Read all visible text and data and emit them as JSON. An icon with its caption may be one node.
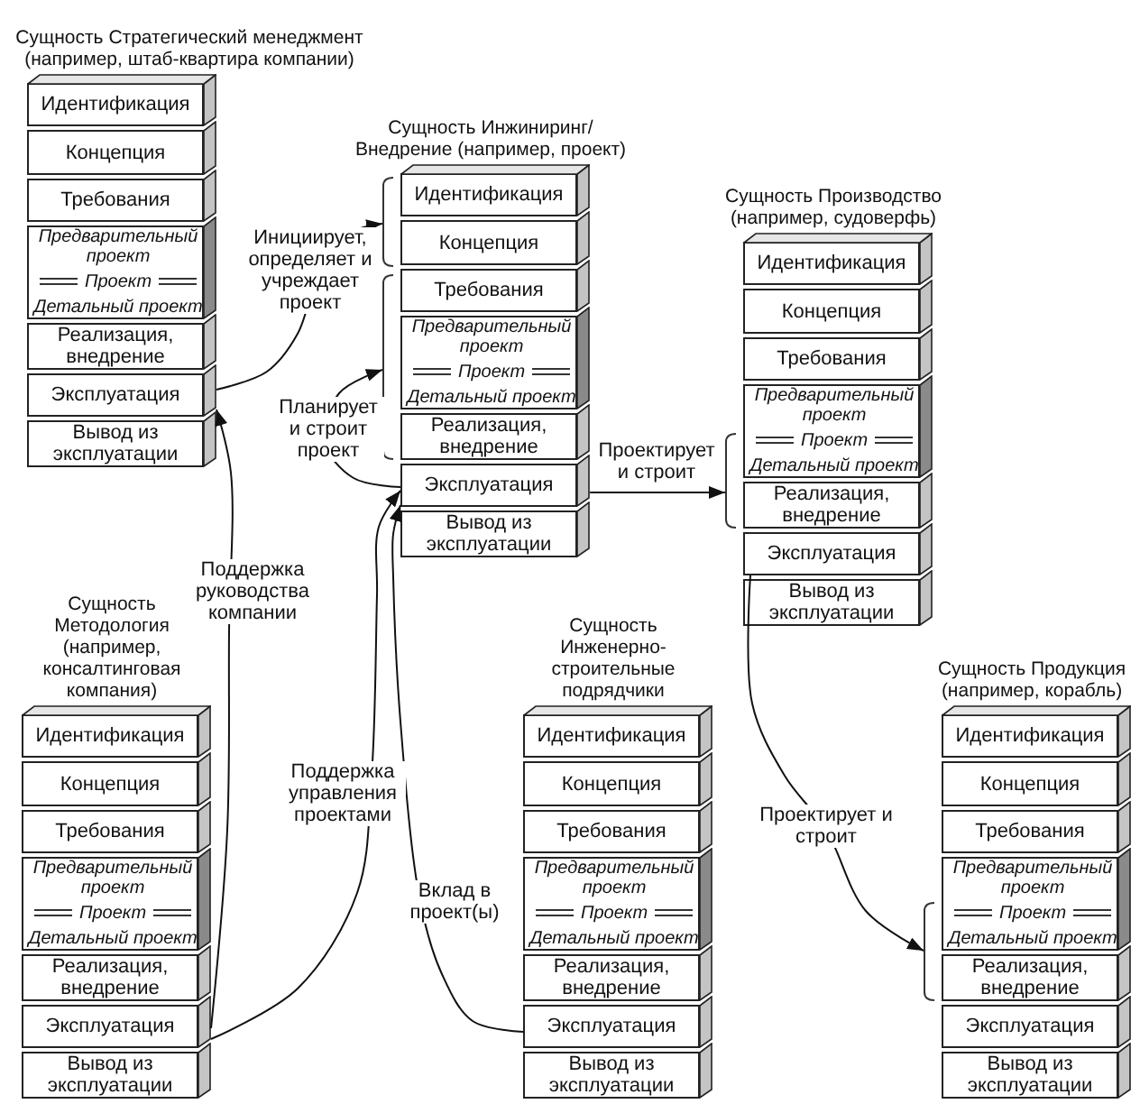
{
  "diagram": {
    "nodes": [
      {
        "text": [
          "Сущность Стратегический менеджмент (например, штаб-квартира компании)"
        ]
      },
      {
        "text": [
          "Идентификация"
        ],
        "in": 0
      },
      {
        "text": [
          "Концепция"
        ],
        "in": 0
      },
      {
        "text": [
          "Требования"
        ],
        "in": 0
      },
      {
        "text": [
          "Предварительный проект",
          "Проект",
          "Детальный проект"
        ],
        "in": 0
      },
      {
        "text": [
          "Реализация, внедрение"
        ],
        "in": 0
      },
      {
        "text": [
          "Эксплуатация"
        ],
        "in": 0
      },
      {
        "text": [
          "Вывод из эксплуатации"
        ],
        "in": 0
      },
      {
        "text": [
          "Сущность Инжиниринг/ Внедрение (например, проект)"
        ]
      },
      {
        "text": [
          "Идентификация"
        ],
        "in": 8
      },
      {
        "text": [
          "Концепция"
        ],
        "in": 8
      },
      {
        "text": [
          "Требования"
        ],
        "in": 8
      },
      {
        "text": [
          "Предварительный проект",
          "Проект",
          "Детальный проект"
        ],
        "in": 8
      },
      {
        "text": [
          "Реализация, внедрение"
        ],
        "in": 8
      },
      {
        "text": [
          "Эксплуатация"
        ],
        "in": 8
      },
      {
        "text": [
          "Вывод из эксплуатации"
        ],
        "in": 8
      },
      {
        "text": [
          "Сущность Производство (например, судоверфь)"
        ]
      },
      {
        "text": [
          "Идентификация"
        ],
        "in": 16
      },
      {
        "text": [
          "Концепция"
        ],
        "in": 16
      },
      {
        "text": [
          "Требования"
        ],
        "in": 16
      },
      {
        "text": [
          "Предварительный проект",
          "Проект",
          "Детальный проект"
        ],
        "in": 16
      },
      {
        "text": [
          "Реализация, внедрение"
        ],
        "in": 16
      },
      {
        "text": [
          "Эксплуатация"
        ],
        "in": 16
      },
      {
        "text": [
          "Вывод из эксплуатации"
        ],
        "in": 16
      },
      {
        "text": [
          "Сущность Методология (например, консалтинговая компания)"
        ]
      },
      {
        "text": [
          "Идентификация"
        ],
        "in": 24
      },
      {
        "text": [
          "Концепция"
        ],
        "in": 24
      },
      {
        "text": [
          "Требования"
        ],
        "in": 24
      },
      {
        "text": [
          "Предварительный проект",
          "Проект",
          "Детальный проект"
        ],
        "in": 24
      },
      {
        "text": [
          "Реализация, внедрение"
        ],
        "in": 24
      },
      {
        "text": [
          "Эксплуатация"
        ],
        "in": 24
      },
      {
        "text": [
          "Вывод из эксплуатации"
        ],
        "in": 24
      },
      {
        "text": [
          "Сущность Инженерно-строительные подрядчики"
        ]
      },
      {
        "text": [
          "Идентификация"
        ],
        "in": 32
      },
      {
        "text": [
          "Концепция"
        ],
        "in": 32
      },
      {
        "text": [
          "Требования"
        ],
        "in": 32
      },
      {
        "text": [
          "Предварительный проект",
          "Проект",
          "Детальный проект"
        ],
        "in": 32
      },
      {
        "text": [
          "Реализация, внедрение"
        ],
        "in": 32
      },
      {
        "text": [
          "Эксплуатация"
        ],
        "in": 32
      },
      {
        "text": [
          "Вывод из эксплуатации"
        ],
        "in": 32
      },
      {
        "text": [
          "Сущность Продукция (например, корабль)"
        ]
      },
      {
        "text": [
          "Идентификация"
        ],
        "in": 40
      },
      {
        "text": [
          "Концепция"
        ],
        "in": 40
      },
      {
        "text": [
          "Требования"
        ],
        "in": 40
      },
      {
        "text": [
          "Предварительный проект",
          "Проект",
          "Детальный проект"
        ],
        "in": 40
      },
      {
        "text": [
          "Реализация, внедрение"
        ],
        "in": 40
      },
      {
        "text": [
          "Эксплуатация"
        ],
        "in": 40
      },
      {
        "text": [
          "Вывод из эксплуатации"
        ],
        "in": 40
      },
      {
        "text": [],
        "shape": "bracket"
      },
      {
        "text": [],
        "shape": "bracket"
      },
      {
        "text": [],
        "shape": "bracket"
      },
      {
        "text": [],
        "shape": "bracket"
      }
    ],
    "edges": [
      {
        "from": 6,
        "to": 48,
        "arrow": "to",
        "label": "Инициирует, определяет и учреждает проект"
      },
      {
        "from": 14,
        "to": 49,
        "arrow": "to",
        "label": "Планирует и строит проект"
      },
      {
        "from": 14,
        "to": 50,
        "arrow": "to",
        "label": "Проектирует и строит"
      },
      {
        "from": 22,
        "to": 51,
        "arrow": "to",
        "label": "Проектирует и строит"
      },
      {
        "from": 30,
        "to": 6,
        "arrow": "to",
        "label": "Поддержка руководства компании"
      },
      {
        "from": 30,
        "to": 14,
        "arrow": "to",
        "label": "Поддержка управления проектами"
      },
      {
        "from": 38,
        "to": 14,
        "arrow": "to",
        "label": "Вклад в проект(ы)"
      }
    ]
  }
}
